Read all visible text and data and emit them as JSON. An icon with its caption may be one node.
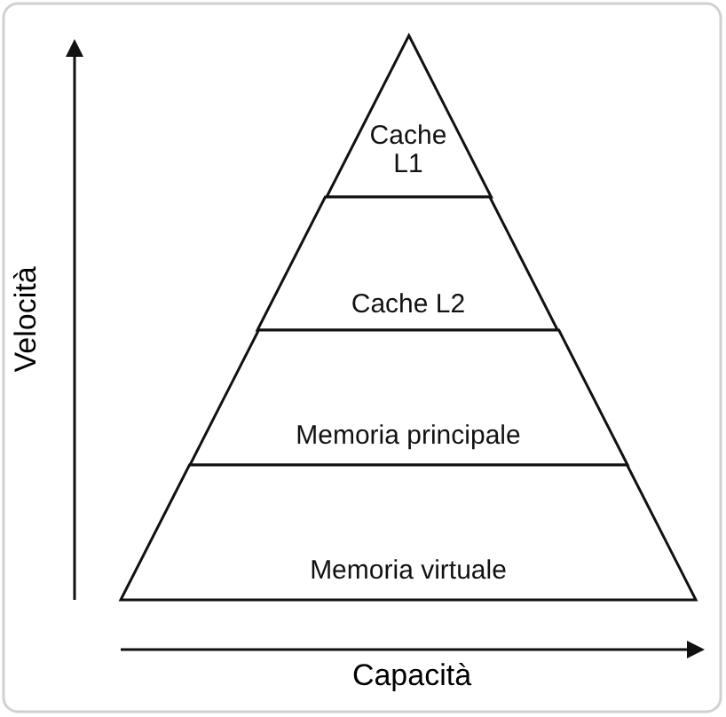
{
  "diagram": {
    "nodes": [
      {
        "text": [
          "Cache L1"
        ]
      },
      {
        "text": [
          "Cache L2"
        ]
      },
      {
        "text": [
          "Memoria principale"
        ]
      },
      {
        "text": [
          "Memoria virtuale"
        ]
      }
    ],
    "labels": [
      "Velocità",
      "Capacità"
    ]
  }
}
